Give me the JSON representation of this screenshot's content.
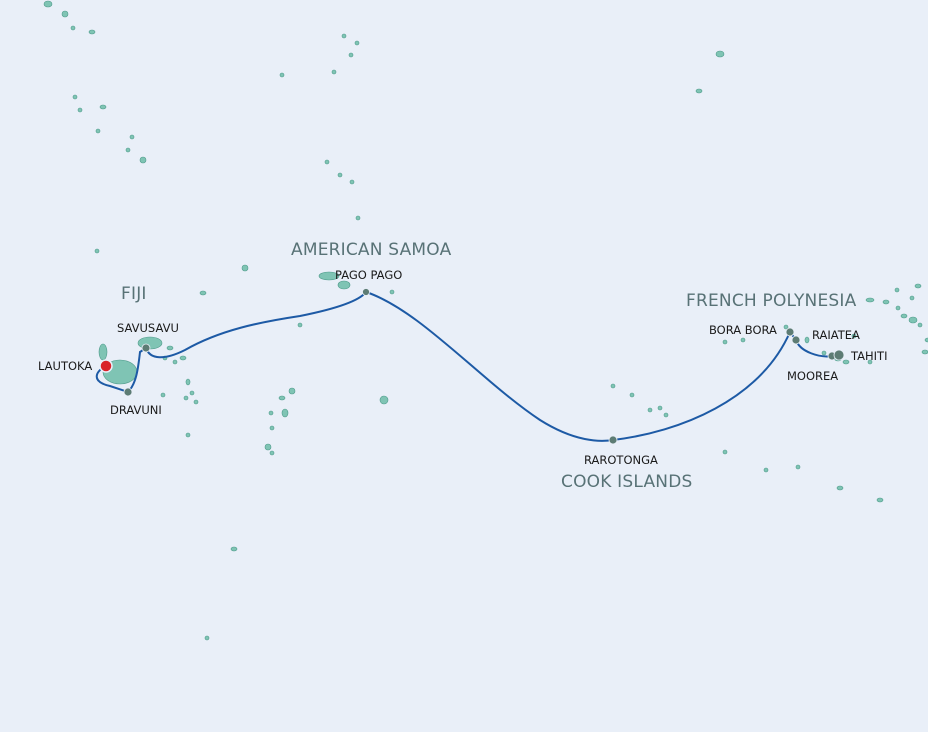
{
  "colors": {
    "ocean": "#e9eff8",
    "land": "#7fc4b4",
    "land_edge": "#4f9b8b",
    "route": "#1d5aa5",
    "port": "#5d7c74",
    "start": "#d9232a"
  },
  "regions": [
    {
      "id": "fiji",
      "label": "FIJI"
    },
    {
      "id": "american-samoa",
      "label": "AMERICAN SAMOA"
    },
    {
      "id": "french-polynesia",
      "label": "FRENCH POLYNESIA"
    },
    {
      "id": "cook-islands",
      "label": "COOK ISLANDS"
    }
  ],
  "ports": [
    {
      "id": "lautoka",
      "label": "LAUTOKA",
      "type": "start"
    },
    {
      "id": "savusavu",
      "label": "SAVUSAVU",
      "type": "stop"
    },
    {
      "id": "dravuni",
      "label": "DRAVUNI",
      "type": "stop"
    },
    {
      "id": "pago-pago",
      "label": "PAGO PAGO",
      "type": "stop"
    },
    {
      "id": "rarotonga",
      "label": "RAROTONGA",
      "type": "stop"
    },
    {
      "id": "bora-bora",
      "label": "BORA BORA",
      "type": "stop"
    },
    {
      "id": "raiatea",
      "label": "RAIATEA",
      "type": "stop"
    },
    {
      "id": "moorea",
      "label": "MOOREA",
      "type": "stop"
    },
    {
      "id": "tahiti",
      "label": "TAHITI",
      "type": "stop"
    }
  ]
}
